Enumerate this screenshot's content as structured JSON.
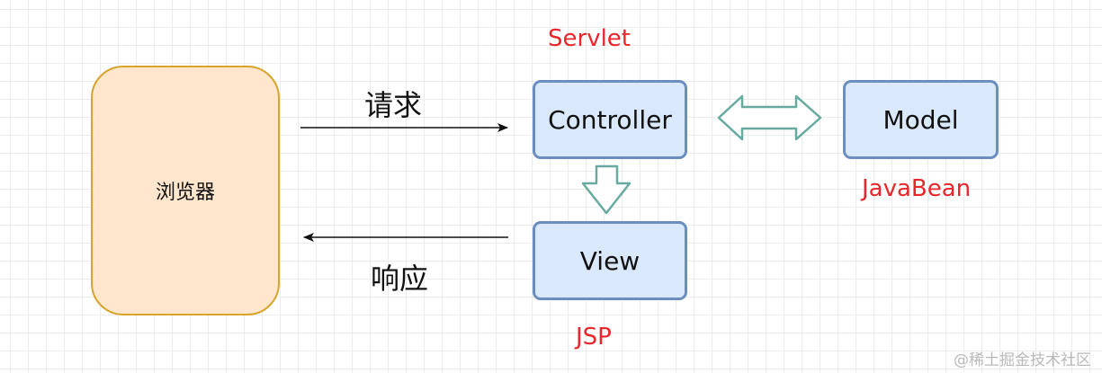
{
  "nodes": {
    "browser": "浏览器",
    "controller": "Controller",
    "model": "Model",
    "view": "View"
  },
  "labels": {
    "servlet": "Servlet",
    "javabean": "JavaBean",
    "jsp": "JSP",
    "request": "请求",
    "response": "响应"
  },
  "watermark": "@稀土掘金技术社区",
  "colors": {
    "browser_fill": "#ffe6cc",
    "browser_border": "#d6a52a",
    "box_fill": "#dae8fc",
    "box_border": "#6c8ebf",
    "tech_label": "#e8262b",
    "big_arrow": "#67ab9f"
  }
}
